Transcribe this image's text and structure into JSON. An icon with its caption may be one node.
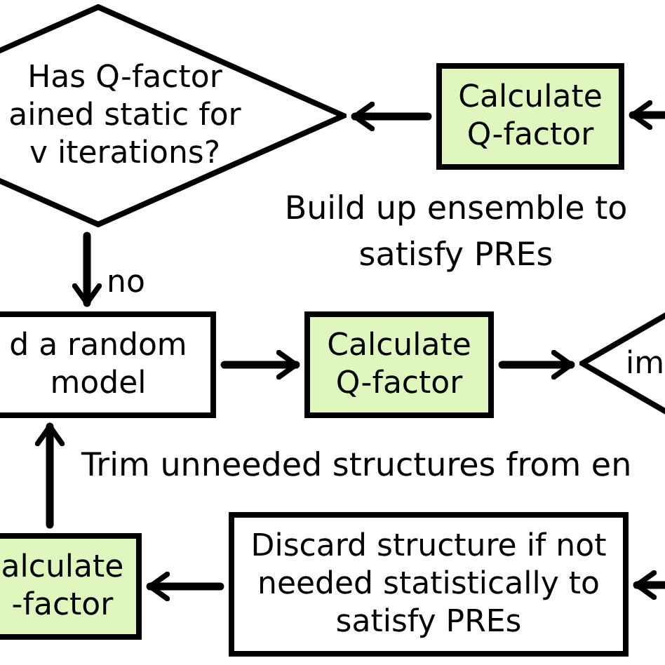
{
  "diagram": {
    "nodes": [
      {
        "text": [
          "Has Q-factor ained static for v iterations?"
        ]
      },
      {
        "text": [
          "Calculate Q-factor"
        ]
      },
      {
        "text": [
          "d a random model"
        ]
      },
      {
        "text": [
          "Calculate Q-factor"
        ]
      },
      {
        "text": [
          "im"
        ]
      },
      {
        "text": [
          "alculate -factor"
        ]
      },
      {
        "text": [
          "Discard structure if not needed statistically to satisfy PREs"
        ]
      }
    ],
    "edges": [
      {
        "from": 1,
        "to": 0,
        "arrow": "to"
      },
      {
        "from": null,
        "to": 1,
        "arrow": "to"
      },
      {
        "from": 0,
        "to": 2,
        "arrow": "to",
        "label": "no"
      },
      {
        "from": 2,
        "to": 3,
        "arrow": "to"
      },
      {
        "from": 3,
        "to": 4,
        "arrow": "to"
      },
      {
        "from": 6,
        "to": 5,
        "arrow": "to"
      },
      {
        "from": null,
        "to": 6,
        "arrow": "to"
      },
      {
        "from": 5,
        "to": 2,
        "arrow": "to"
      }
    ],
    "labels": [
      "Build up ensemble to satisfy PREs",
      "Trim unneeded structures from en"
    ]
  }
}
